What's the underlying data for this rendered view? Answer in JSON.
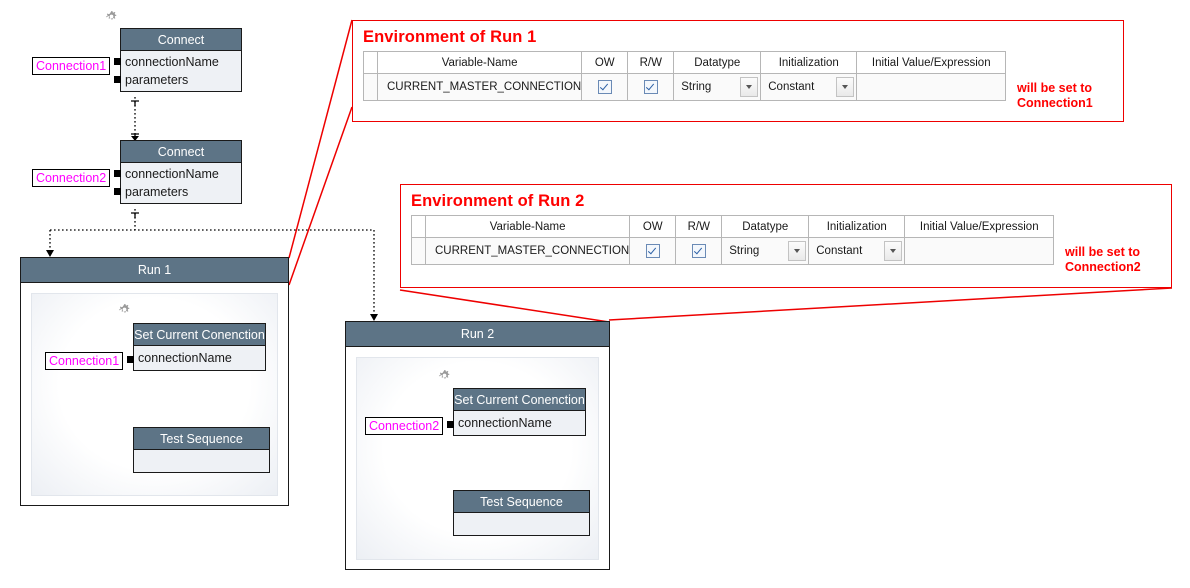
{
  "blocks": {
    "connect1": {
      "title": "Connect",
      "ports": [
        "connectionName",
        "parameters"
      ],
      "label": "Connection1"
    },
    "connect2": {
      "title": "Connect",
      "ports": [
        "connectionName",
        "parameters"
      ],
      "label": "Connection2"
    },
    "set_conn_1": {
      "title": "Set Current Conenction",
      "ports": [
        "connectionName"
      ],
      "label": "Connection1"
    },
    "set_conn_2": {
      "title": "Set Current Conenction",
      "ports": [
        "connectionName"
      ],
      "label": "Connection2"
    },
    "test_sequence_1": {
      "title": "Test Sequence"
    },
    "test_sequence_2": {
      "title": "Test Sequence"
    }
  },
  "containers": {
    "run1": {
      "title": "Run 1"
    },
    "run2": {
      "title": "Run 2"
    }
  },
  "callouts": [
    {
      "title": "Environment of Run 1",
      "note_line1": "will be set to",
      "note_line2": "Connection1",
      "columns": [
        "",
        "Variable-Name",
        "OW",
        "R/W",
        "Datatype",
        "Initialization",
        "Initial Value/Expression"
      ],
      "row": {
        "variable_name": "CURRENT_MASTER_CONNECTION",
        "ow": true,
        "rw": true,
        "datatype": "String",
        "initialization": "Constant",
        "initial_value": ""
      }
    },
    {
      "title": "Environment of Run 2",
      "note_line1": "will be set to",
      "note_line2": "Connection2",
      "columns": [
        "",
        "Variable-Name",
        "OW",
        "R/W",
        "Datatype",
        "Initialization",
        "Initial Value/Expression"
      ],
      "row": {
        "variable_name": "CURRENT_MASTER_CONNECTION",
        "ow": true,
        "rw": true,
        "datatype": "String",
        "initialization": "Constant",
        "initial_value": ""
      }
    }
  ],
  "colors": {
    "header": "#5d7486",
    "block_body": "#eef1f5",
    "callout_red": "#ee0000",
    "label_magenta": "#ff00ff",
    "border": "#1a1a1a"
  },
  "icons": {
    "gear": "gear-icon",
    "checkbox": "checkbox-checked-icon",
    "caret": "chevron-down-icon"
  }
}
